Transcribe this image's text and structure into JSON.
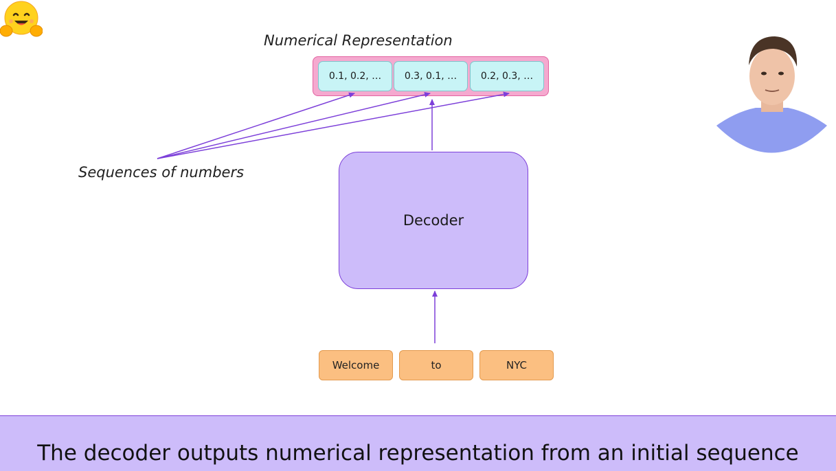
{
  "diagram": {
    "title": "Numerical Representation",
    "outputs": [
      "0.1, 0.2, …",
      "0.3, 0.1, …",
      "0.2, 0.3, …"
    ],
    "sequences_label": "Sequences of numbers",
    "model_label": "Decoder",
    "tokens": [
      "Welcome",
      "to",
      "NYC"
    ]
  },
  "caption": "The decoder outputs numerical representation from an initial sequence",
  "icons": {
    "logo": "hugging-face-emoji-icon",
    "presenter": "presenter-video-thumbnail"
  },
  "colors": {
    "arrow": "#7c3fd9",
    "output_container": "#f5a9cf",
    "output_cell": "#c8f4f6",
    "decoder": "#cdbcfa",
    "token": "#fbbf81",
    "caption_bar": "#cdbcfa"
  }
}
